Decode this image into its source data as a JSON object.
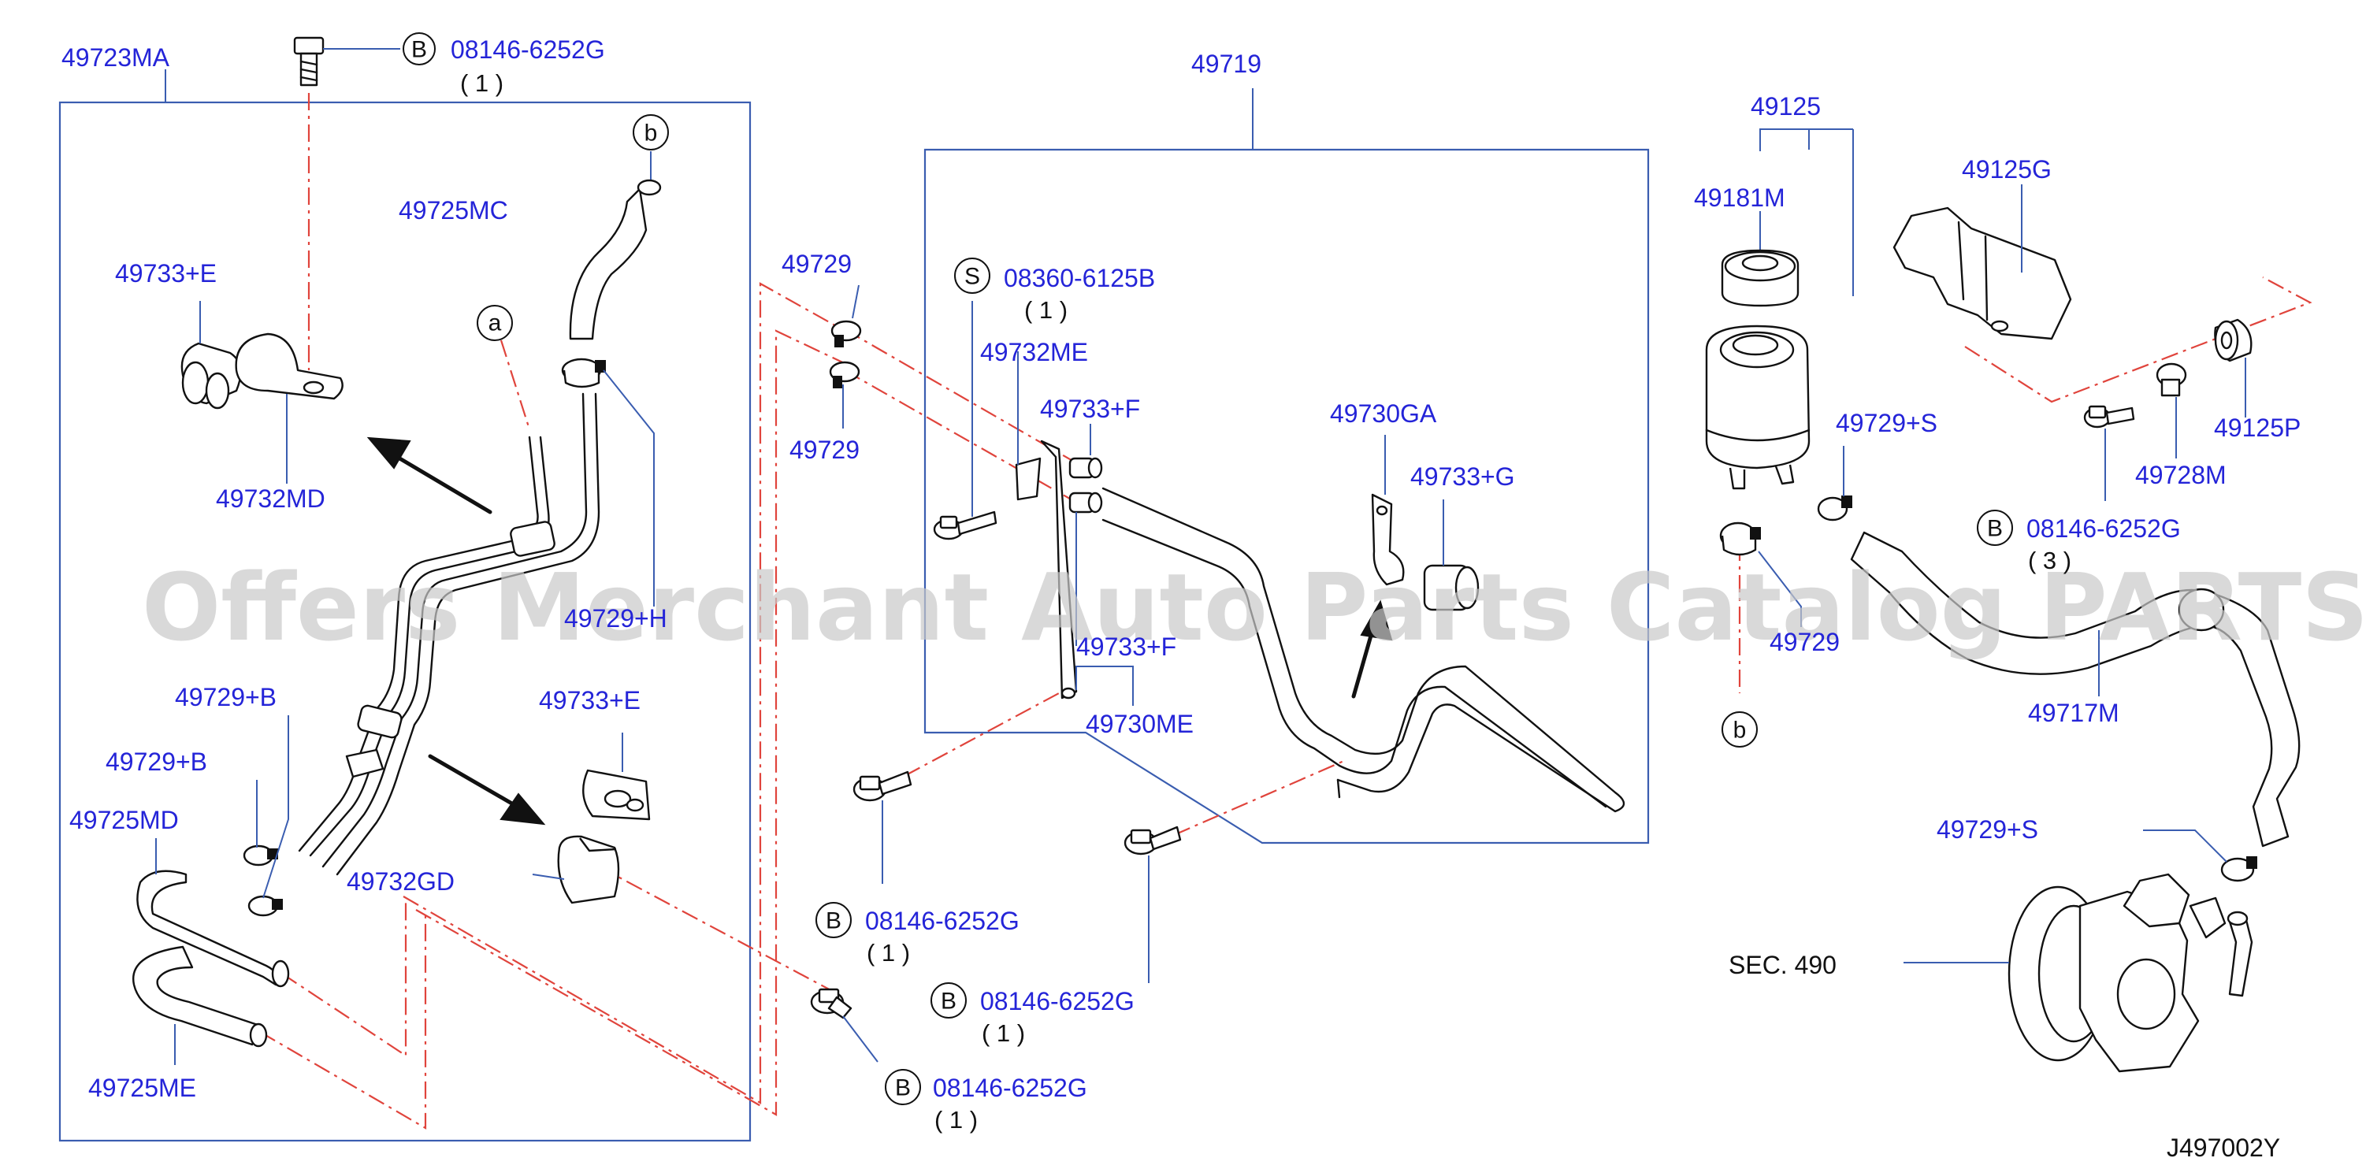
{
  "watermark": "Offers Merchant Auto Parts Catalog PARTSTORE.SA",
  "diagram_code": "J497002Y",
  "labels": {
    "p49723MA": "49723MA",
    "p49725MC": "49725MC",
    "p49733E_top": "49733+E",
    "p49732MD": "49732MD",
    "p49729H": "49729+H",
    "p49729B_1": "49729+B",
    "p49729B_2": "49729+B",
    "p49725MD": "49725MD",
    "p49733E_bot": "49733+E",
    "p49732GD": "49732GD",
    "p49725ME": "49725ME",
    "p49729_a": "49729",
    "p49729_b": "49729",
    "p49719": "49719",
    "p49732ME": "49732ME",
    "p49733F_top": "49733+F",
    "p49733F_bot": "49733+F",
    "p49730ME": "49730ME",
    "p49730GA": "49730GA",
    "p49733G": "49733+G",
    "p49125": "49125",
    "p49181M": "49181M",
    "p49125G": "49125G",
    "p49729S_top": "49729+S",
    "p49728M": "49728M",
    "p49125P": "49125P",
    "p49729_c": "49729",
    "p49717M": "49717M",
    "p49729S_bot": "49729+S",
    "sec490": "SEC.  490"
  },
  "bolts": {
    "b_top": {
      "mark": "B",
      "part": "08146-6252G",
      "qty": "( 1 )"
    },
    "b_mid_left": {
      "mark": "B",
      "part": "08146-6252G",
      "qty": "( 1 )"
    },
    "b_mid": {
      "mark": "B",
      "part": "08146-6252G",
      "qty": "( 1 )"
    },
    "b_bottom": {
      "mark": "B",
      "part": "08146-6252G",
      "qty": "( 1 )"
    },
    "b_right": {
      "mark": "B",
      "part": "08146-6252G",
      "qty": "( 3 )"
    },
    "s_screw": {
      "mark": "S",
      "part": "08360-6125B",
      "qty": "( 1 )"
    }
  },
  "refs": {
    "a": "a",
    "b_top": "b",
    "b_bottom": "b"
  }
}
